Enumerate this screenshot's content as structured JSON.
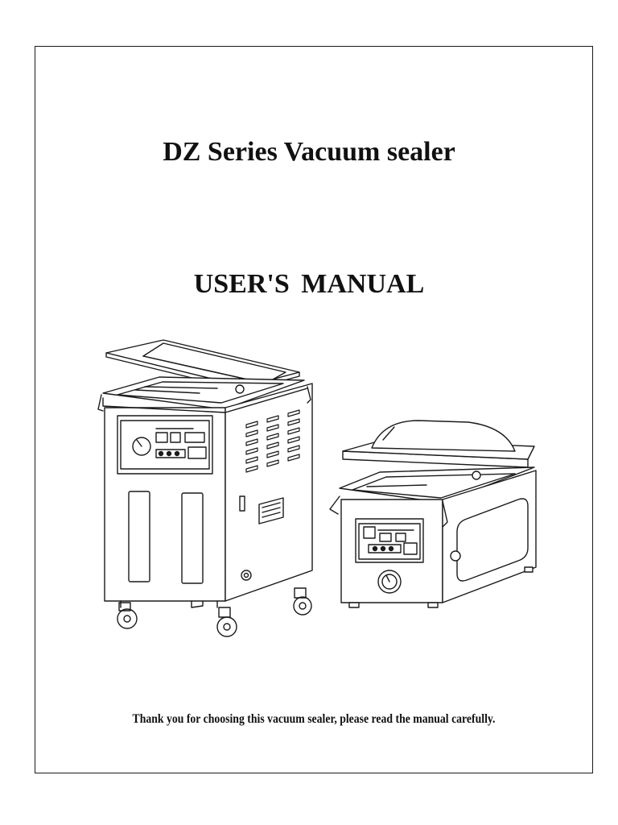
{
  "document": {
    "title": "DZ Series Vacuum sealer",
    "subtitle": "USER'S  MANUAL",
    "footer_note": "Thank you for choosing this vacuum sealer, please read the manual carefully."
  },
  "illustration": {
    "subject": "vacuum-sealer-machines",
    "colors": {
      "stroke": "#1a1a1a",
      "fill": "#ffffff"
    }
  }
}
